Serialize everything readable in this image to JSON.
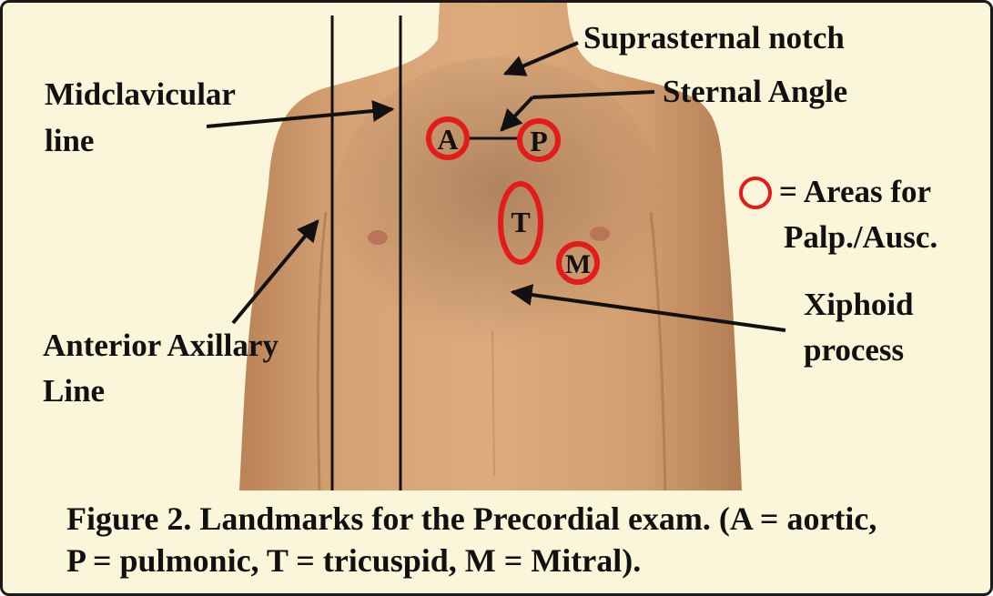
{
  "labels": {
    "suprasternal_notch": "Suprasternal notch",
    "midclavicular_line_1": "Midclavicular",
    "midclavicular_line_2": "line",
    "sternal_angle": "Sternal Angle",
    "areas_legend_1": "= Areas for",
    "areas_legend_2": "Palp./Ausc.",
    "xiphoid_1": "Xiphoid",
    "xiphoid_2": "process",
    "anterior_axillary_1": "Anterior Axillary",
    "anterior_axillary_2": "Line"
  },
  "markers": {
    "aortic": "A",
    "pulmonic": "P",
    "tricuspid": "T",
    "mitral": "M"
  },
  "caption": {
    "line1": "Figure 2.  Landmarks for the Precordial exam. (A = aortic,",
    "line2": "P = pulmonic, T = tricuspid, M = Mitral)."
  },
  "colors": {
    "background": "#fbf5da",
    "skin": "#d9a678",
    "marker_ring": "#e21b1b",
    "text": "#111111"
  }
}
